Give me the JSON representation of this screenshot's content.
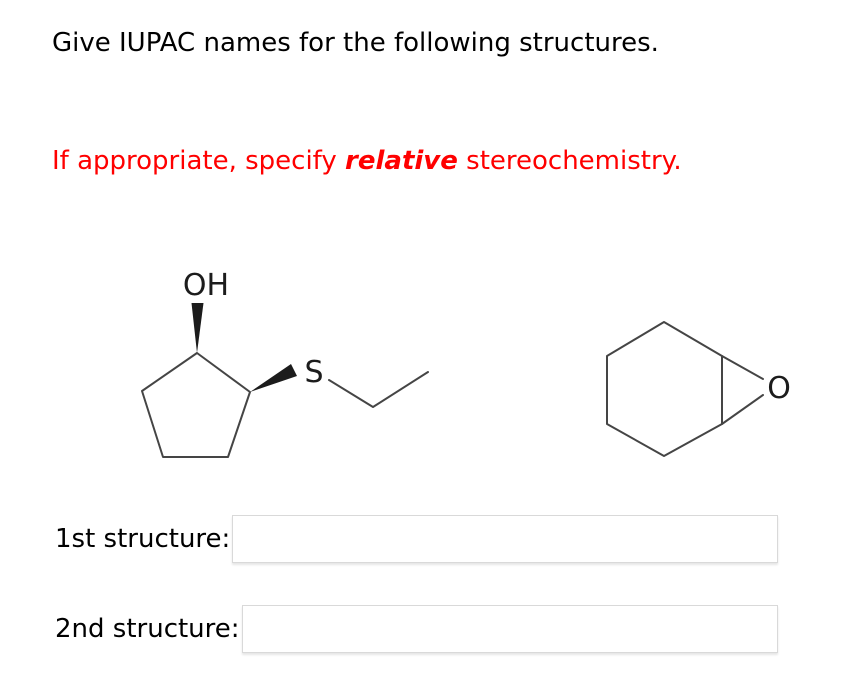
{
  "question": {
    "title": "Give IUPAC names for the following structures.",
    "instruction": {
      "prefix": "If appropriate, specify ",
      "emphasis": "relative",
      "suffix": " stereochemistry."
    }
  },
  "structures": {
    "first": {
      "hydroxyl_label": "OH",
      "sulfur_label": "S"
    },
    "second": {
      "oxygen_label": "O"
    }
  },
  "answers": {
    "first": {
      "label": "1st structure:",
      "value": ""
    },
    "second": {
      "label": "2nd structure:",
      "value": ""
    }
  },
  "colors": {
    "text": "#000000",
    "red": "#ff0000",
    "bond": "#454545",
    "atom": "#1c1c1c",
    "input_border": "#d9d9d9",
    "page_bg": "#ffffff"
  }
}
